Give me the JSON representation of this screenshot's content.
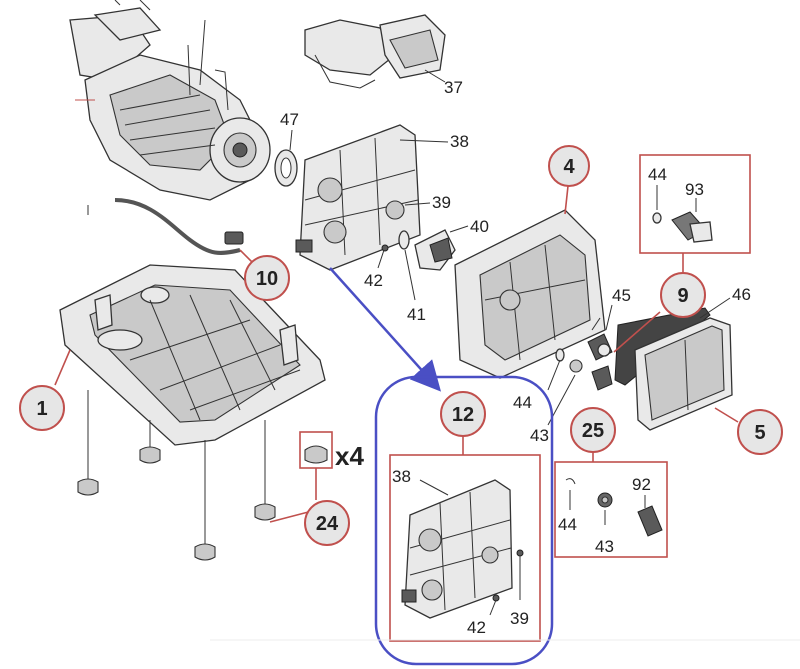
{
  "callouts": {
    "c1": "1",
    "c4": "4",
    "c5": "5",
    "c9": "9",
    "c10": "10",
    "c12": "12",
    "c24": "24",
    "c25": "25"
  },
  "part_numbers": {
    "p37": "37",
    "p47": "47",
    "p38": "38",
    "p39": "39",
    "p40": "40",
    "p41": "41",
    "p42": "42",
    "p44a": "44",
    "p93": "93",
    "p45": "45",
    "p46": "46",
    "p44b": "44",
    "p43": "43",
    "k38": "38",
    "k42": "42",
    "k39": "39",
    "k44": "44",
    "k43": "43",
    "k92": "92"
  },
  "qty_label": "x4",
  "colors": {
    "callout_outline": "#c0504d",
    "callout_fill": "#e6e6e6",
    "highlight_blue": "#4a4fc4"
  }
}
